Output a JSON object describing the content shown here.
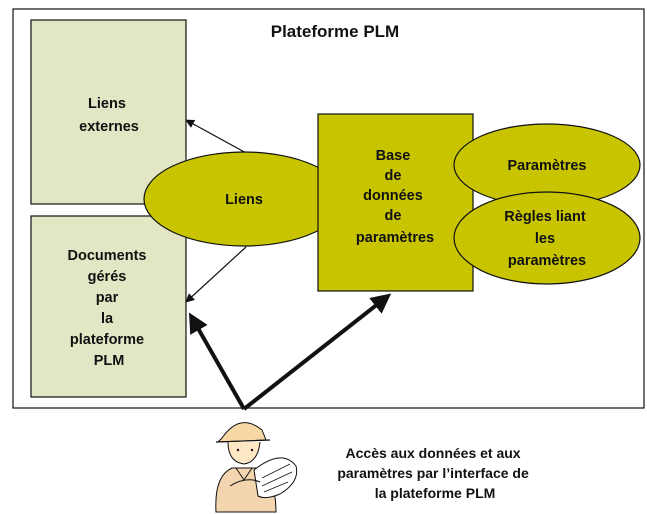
{
  "title": "Plateforme PLM",
  "colors": {
    "box_fill": "#e3e6c5",
    "db_fill": "#c8c400",
    "ellipse_fill": "#c8c400",
    "stroke": "#111111",
    "background": "#ffffff"
  },
  "nodes": {
    "liens_externes": [
      "Liens",
      "externes"
    ],
    "documents": [
      "Documents",
      "gérés",
      "par",
      "la",
      "plateforme",
      "PLM"
    ],
    "liens": [
      "Liens"
    ],
    "base": [
      "Base",
      "de",
      "données",
      "de",
      "paramètres"
    ],
    "parametres": [
      "Paramètres"
    ],
    "regles": [
      "Règles liant",
      "les",
      "paramètres"
    ]
  },
  "user": {
    "icon": "engineer-with-blueprints-icon",
    "caption": [
      "Accès aux données et aux",
      "paramètres par l’interface de",
      "la plateforme PLM"
    ]
  }
}
